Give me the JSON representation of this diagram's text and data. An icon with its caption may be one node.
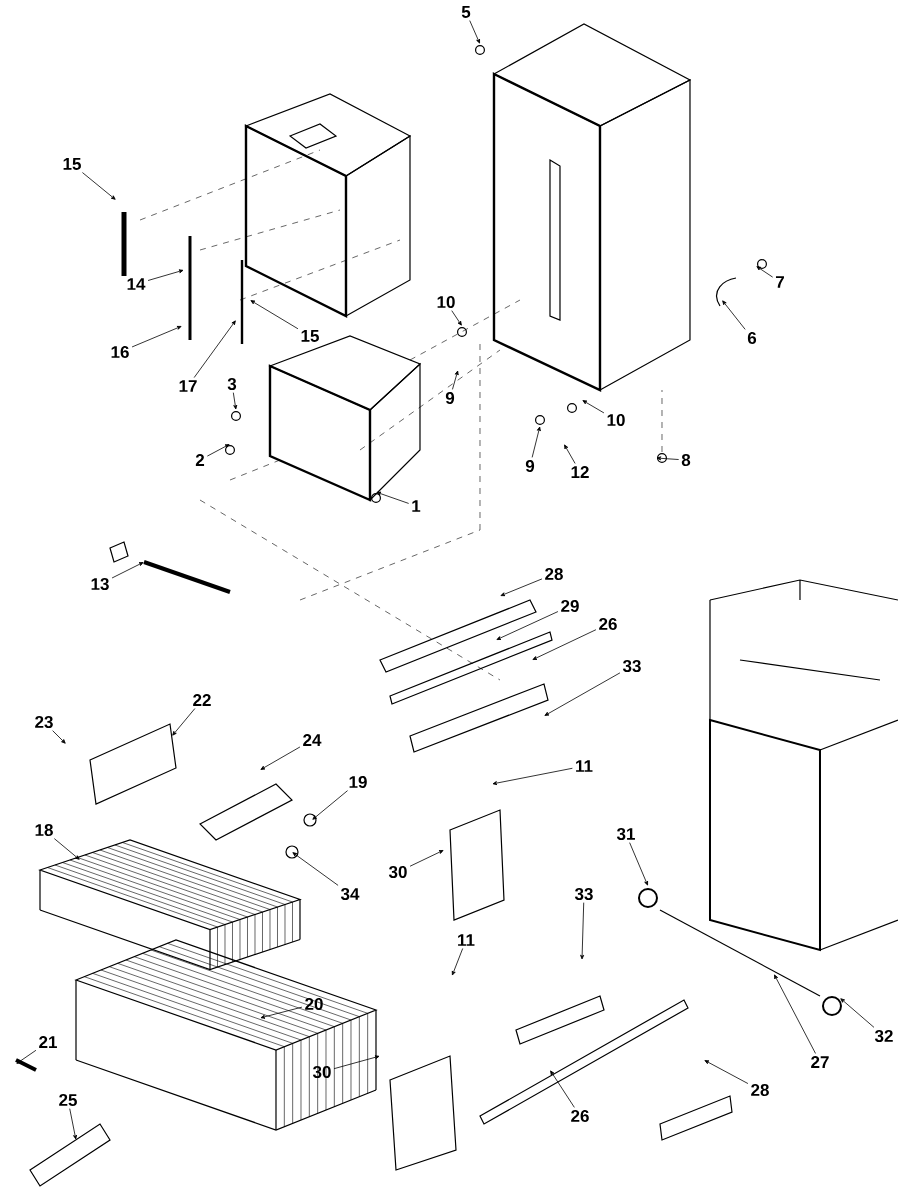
{
  "diagram": {
    "nodes": [
      {
        "text": [
          "5"
        ]
      },
      {
        "text": [
          "15"
        ]
      },
      {
        "text": [
          "7"
        ]
      },
      {
        "text": [
          "14"
        ]
      },
      {
        "text": [
          "10"
        ]
      },
      {
        "text": [
          "15"
        ]
      },
      {
        "text": [
          "6"
        ]
      },
      {
        "text": [
          "16"
        ]
      },
      {
        "text": [
          "17"
        ]
      },
      {
        "text": [
          "3"
        ]
      },
      {
        "text": [
          "9"
        ]
      },
      {
        "text": [
          "10"
        ]
      },
      {
        "text": [
          "2"
        ]
      },
      {
        "text": [
          "8"
        ]
      },
      {
        "text": [
          "9"
        ]
      },
      {
        "text": [
          "12"
        ]
      },
      {
        "text": [
          "1"
        ]
      },
      {
        "text": [
          "28"
        ]
      },
      {
        "text": [
          "13"
        ]
      },
      {
        "text": [
          "29"
        ]
      },
      {
        "text": [
          "26"
        ]
      },
      {
        "text": [
          "33"
        ]
      },
      {
        "text": [
          "22"
        ]
      },
      {
        "text": [
          "23"
        ]
      },
      {
        "text": [
          "24"
        ]
      },
      {
        "text": [
          "11"
        ]
      },
      {
        "text": [
          "19"
        ]
      },
      {
        "text": [
          "18"
        ]
      },
      {
        "text": [
          "31"
        ]
      },
      {
        "text": [
          "30"
        ]
      },
      {
        "text": [
          "33"
        ]
      },
      {
        "text": [
          "34"
        ]
      },
      {
        "text": [
          "11"
        ]
      },
      {
        "text": [
          "20"
        ]
      },
      {
        "text": [
          "32"
        ]
      },
      {
        "text": [
          "21"
        ]
      },
      {
        "text": [
          "27"
        ]
      },
      {
        "text": [
          "30"
        ]
      },
      {
        "text": [
          "28"
        ]
      },
      {
        "text": [
          "25"
        ]
      },
      {
        "text": [
          "26"
        ]
      }
    ],
    "edges": [
      {
        "from": 0,
        "to": null,
        "arrow": "to"
      },
      {
        "from": 1,
        "to": null,
        "arrow": "to"
      },
      {
        "from": 2,
        "to": null,
        "arrow": "to"
      },
      {
        "from": 3,
        "to": null,
        "arrow": "to"
      },
      {
        "from": 4,
        "to": null,
        "arrow": "to"
      },
      {
        "from": 5,
        "to": null,
        "arrow": "to"
      },
      {
        "from": 6,
        "to": null,
        "arrow": "to"
      },
      {
        "from": 7,
        "to": null,
        "arrow": "to"
      },
      {
        "from": 8,
        "to": null,
        "arrow": "to"
      },
      {
        "from": 9,
        "to": null,
        "arrow": "to"
      },
      {
        "from": 10,
        "to": null,
        "arrow": "to"
      },
      {
        "from": 11,
        "to": null,
        "arrow": "to"
      },
      {
        "from": 12,
        "to": null,
        "arrow": "to"
      },
      {
        "from": 13,
        "to": null,
        "arrow": "to"
      },
      {
        "from": 14,
        "to": null,
        "arrow": "to"
      },
      {
        "from": 15,
        "to": null,
        "arrow": "to"
      },
      {
        "from": 16,
        "to": null,
        "arrow": "to"
      },
      {
        "from": 17,
        "to": null,
        "arrow": "to"
      },
      {
        "from": 18,
        "to": null,
        "arrow": "to"
      },
      {
        "from": 19,
        "to": null,
        "arrow": "to"
      },
      {
        "from": 20,
        "to": null,
        "arrow": "to"
      },
      {
        "from": 21,
        "to": null,
        "arrow": "to"
      },
      {
        "from": 22,
        "to": null,
        "arrow": "to"
      },
      {
        "from": 23,
        "to": null,
        "arrow": "to"
      },
      {
        "from": 24,
        "to": null,
        "arrow": "to"
      },
      {
        "from": 25,
        "to": null,
        "arrow": "to"
      },
      {
        "from": 26,
        "to": null,
        "arrow": "to"
      },
      {
        "from": 27,
        "to": null,
        "arrow": "to"
      },
      {
        "from": 28,
        "to": null,
        "arrow": "to"
      },
      {
        "from": 29,
        "to": null,
        "arrow": "to"
      },
      {
        "from": 30,
        "to": null,
        "arrow": "to"
      },
      {
        "from": 31,
        "to": null,
        "arrow": "to"
      },
      {
        "from": 32,
        "to": null,
        "arrow": "to"
      },
      {
        "from": 33,
        "to": null,
        "arrow": "to"
      },
      {
        "from": 34,
        "to": null,
        "arrow": "to"
      },
      {
        "from": 35,
        "to": null,
        "arrow": "to"
      },
      {
        "from": 36,
        "to": null,
        "arrow": "to"
      },
      {
        "from": 37,
        "to": null,
        "arrow": "to"
      },
      {
        "from": 38,
        "to": null,
        "arrow": "to"
      },
      {
        "from": 39,
        "to": null,
        "arrow": "to"
      },
      {
        "from": 40,
        "to": null,
        "arrow": "to"
      }
    ]
  }
}
